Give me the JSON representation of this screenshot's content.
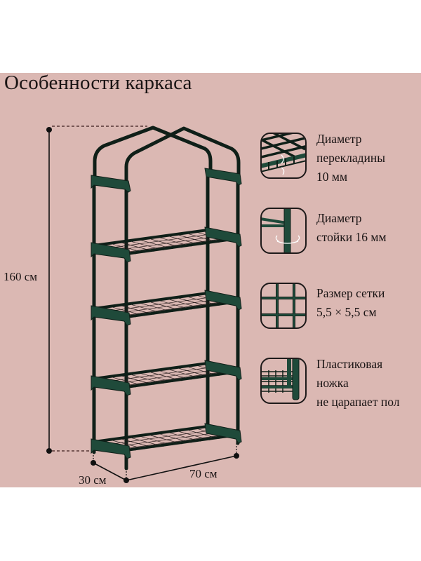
{
  "title": "Особенности каркаса",
  "colors": {
    "background": "#dbb8b3",
    "frame_green": "#1f4a3a",
    "frame_dark": "#0f1f18",
    "text": "#1a1414"
  },
  "dimensions": {
    "height": "160 см",
    "depth": "30 см",
    "width": "70 см"
  },
  "features": [
    {
      "icon": "crossbar-diameter-icon",
      "lines": [
        "Диаметр",
        "перекладины",
        "10 мм"
      ]
    },
    {
      "icon": "post-diameter-icon",
      "lines": [
        "Диаметр",
        "стойки 16 мм"
      ]
    },
    {
      "icon": "mesh-size-icon",
      "lines": [
        "Размер сетки",
        "5,5 × 5,5 см"
      ]
    },
    {
      "icon": "plastic-foot-icon",
      "lines": [
        "Пластиковая",
        "ножка",
        "не царапает пол"
      ]
    }
  ]
}
